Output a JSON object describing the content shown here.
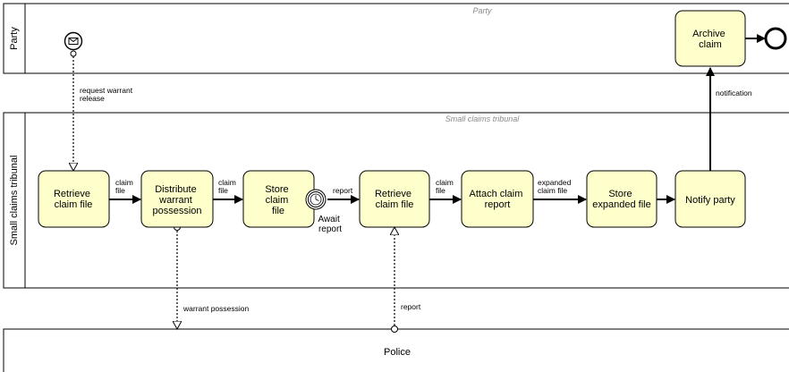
{
  "pools": {
    "party": {
      "title": "Party",
      "watermark": "Party"
    },
    "tribunal": {
      "title": "Small claims tribunal",
      "watermark": "Small claims tribunal"
    },
    "police": {
      "title": "Police"
    }
  },
  "tasks": {
    "archive_claim": [
      "Archive",
      "claim"
    ],
    "retrieve_claim_file_1": [
      "Retrieve",
      "claim file"
    ],
    "distribute_warrant": [
      "Distribute",
      "warrant",
      "possession"
    ],
    "store_claim_file": [
      "Store",
      "claim",
      "file"
    ],
    "retrieve_claim_file_2": [
      "Retrieve",
      "claim file"
    ],
    "attach_claim_report": [
      "Attach claim",
      "report"
    ],
    "store_expanded_file": [
      "Store",
      "expanded file"
    ],
    "notify_party": [
      "Notify party"
    ]
  },
  "events": {
    "await_report": [
      "Await",
      "report"
    ]
  },
  "flow_labels": {
    "request_warrant_release": [
      "request warrant",
      "release"
    ],
    "claim_file_1": [
      "claim",
      "file"
    ],
    "claim_file_2": [
      "claim",
      "file"
    ],
    "report_seq": [
      "report"
    ],
    "claim_file_3": [
      "claim",
      "file"
    ],
    "expanded_claim_file": [
      "expanded",
      "claim file"
    ],
    "notification": [
      "notification"
    ],
    "warrant_possession": [
      "warrant possession"
    ],
    "report_msg": [
      "report"
    ]
  },
  "colors": {
    "task_fill": "#ffffcc",
    "stroke": "#000000",
    "watermark": "#8a8a8a"
  }
}
